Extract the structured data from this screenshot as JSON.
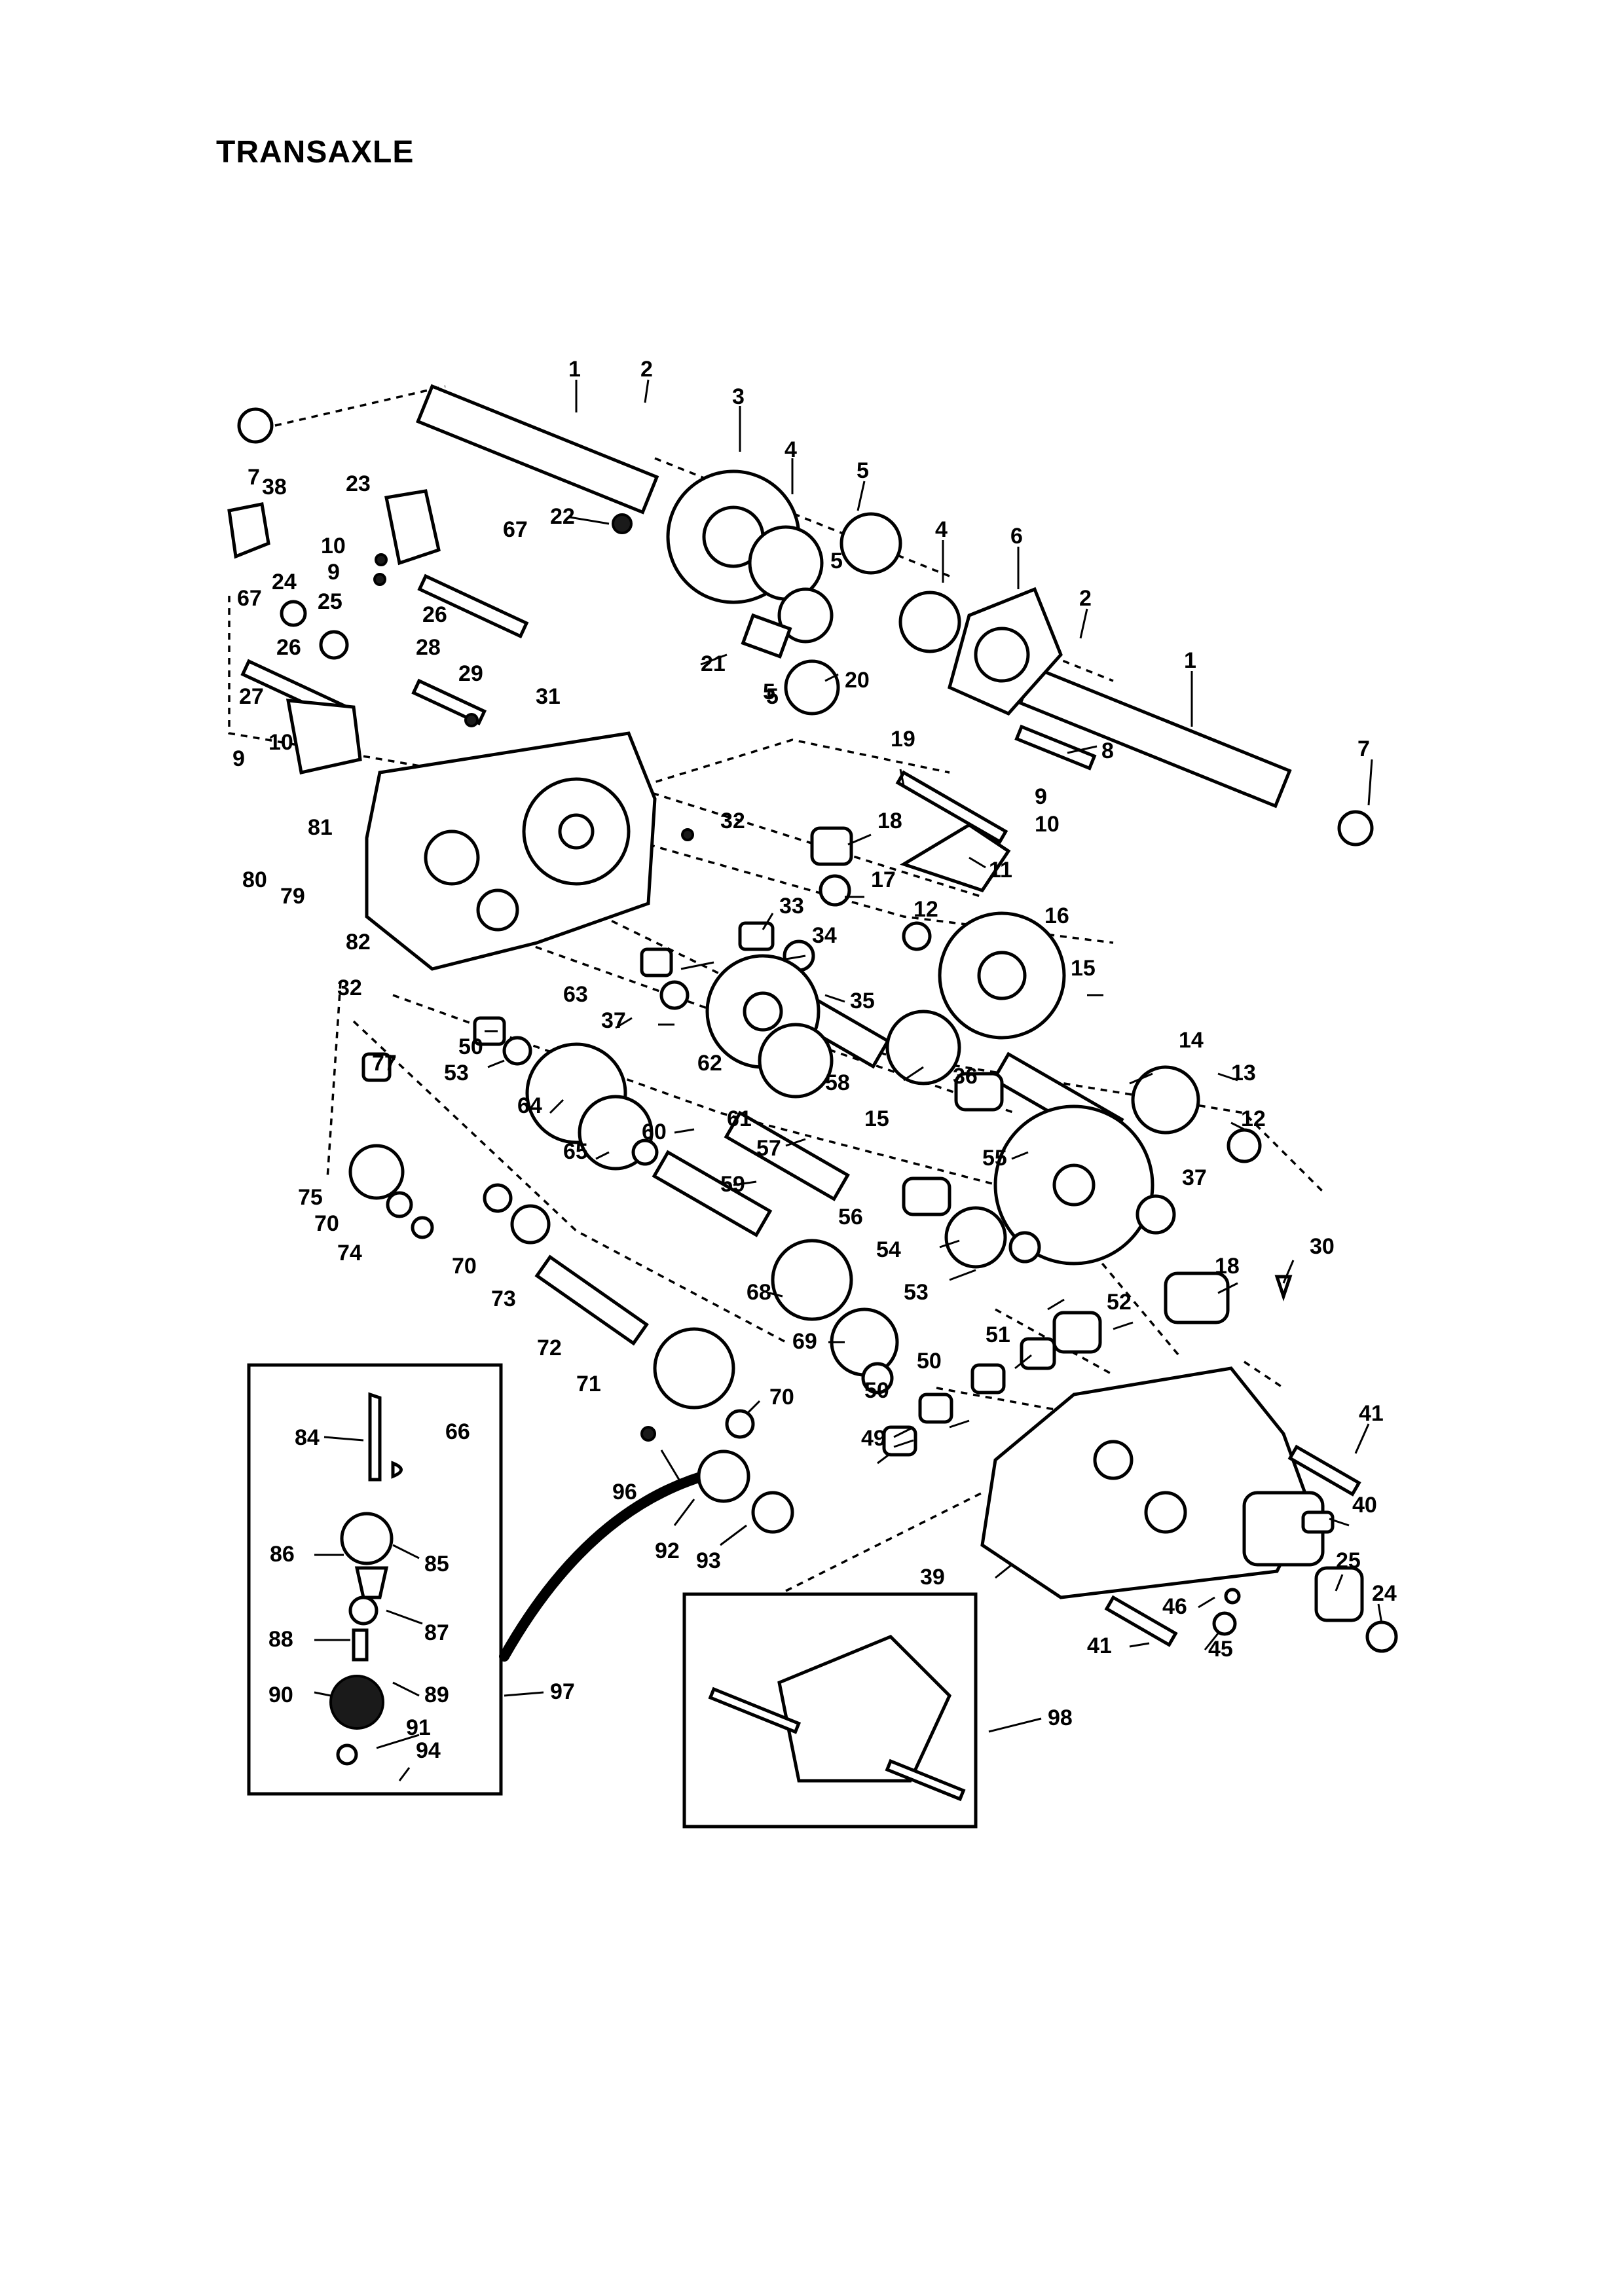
{
  "title": "TRANSAXLE",
  "callouts": [
    "1",
    "2",
    "3",
    "4",
    "5",
    "5",
    "5",
    "4",
    "6",
    "2",
    "1",
    "7",
    "7",
    "38",
    "23",
    "22",
    "67",
    "10",
    "9",
    "24",
    "67",
    "25",
    "26",
    "26",
    "28",
    "29",
    "27",
    "10",
    "9",
    "31",
    "21",
    "5",
    "20",
    "8",
    "19",
    "9",
    "10",
    "32",
    "81",
    "18",
    "11",
    "17",
    "80",
    "79",
    "82",
    "33",
    "34",
    "12",
    "16",
    "15",
    "35",
    "32",
    "63",
    "37",
    "62",
    "77",
    "50",
    "53",
    "14",
    "58",
    "36",
    "13",
    "61",
    "15",
    "12",
    "64",
    "65",
    "60",
    "57",
    "55",
    "59",
    "75",
    "70",
    "74",
    "37",
    "56",
    "70",
    "73",
    "54",
    "53",
    "30",
    "68",
    "18",
    "52",
    "72",
    "69",
    "51",
    "71",
    "50",
    "50",
    "70",
    "41",
    "84",
    "66",
    "49",
    "96",
    "40",
    "86",
    "85",
    "92",
    "93",
    "39",
    "25",
    "24",
    "87",
    "46",
    "88",
    "45",
    "41",
    "89",
    "90",
    "97",
    "91",
    "94",
    "98"
  ]
}
